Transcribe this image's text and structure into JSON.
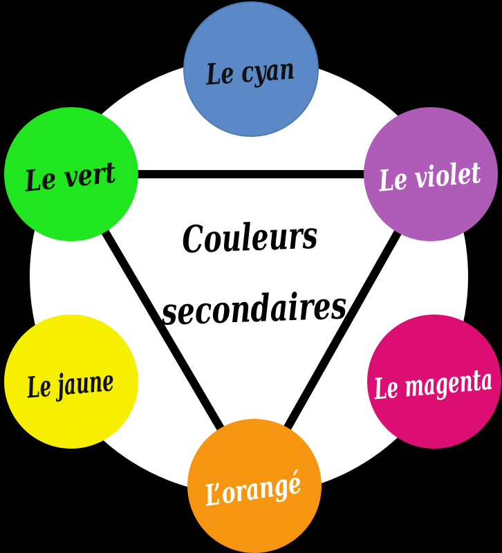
{
  "title": {
    "line1": "Couleurs",
    "line2": "secondaires",
    "color": "#000000"
  },
  "canvas": {
    "background_color": "#000000",
    "wheel_fill": "#ffffff",
    "wheel_outline_color": "#000000",
    "triangle_color": "#000000"
  },
  "nodes": [
    {
      "id": "cyan",
      "label": "Le cyan",
      "fill": "#5b88c7",
      "label_color": "#111111",
      "position": "top"
    },
    {
      "id": "violet",
      "label": "Le violet",
      "fill": "#ae5cb7",
      "label_color": "#ffffff",
      "position": "upper-right"
    },
    {
      "id": "magenta",
      "label": "Le magenta",
      "fill": "#dc0e74",
      "label_color": "#ffffff",
      "position": "lower-right"
    },
    {
      "id": "orange",
      "label": "L’orangé",
      "fill": "#f6950f",
      "label_color": "#ffffff",
      "position": "bottom"
    },
    {
      "id": "jaune",
      "label": "Le jaune",
      "fill": "#f7ef00",
      "label_color": "#111111",
      "position": "lower-left"
    },
    {
      "id": "vert",
      "label": "Le vert",
      "fill": "#1fe61f",
      "label_color": "#111111",
      "position": "upper-left"
    }
  ],
  "triangle_connects": [
    "vert",
    "violet",
    "orange"
  ]
}
